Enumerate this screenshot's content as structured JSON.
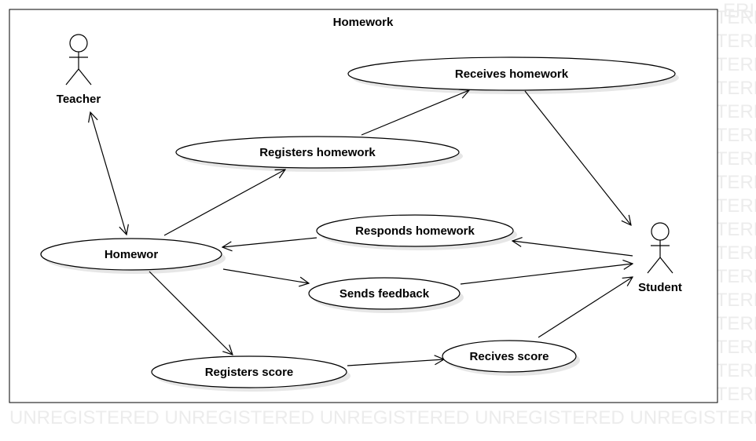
{
  "watermark": "UNREGISTERED UNREGISTERED UNREGISTERED UNREGISTERED UNREGISTERED",
  "system": {
    "title": "Homework"
  },
  "actors": {
    "teacher": {
      "label": "Teacher"
    },
    "student": {
      "label": "Student"
    }
  },
  "use_cases": {
    "receives_homework": "Receives homework",
    "registers_homework": "Registers homework",
    "responds_homework": "Responds homework",
    "homework": "Homewor",
    "sends_feedback": "Sends feedback",
    "registers_score": "Registers score",
    "recives_score": "Recives score"
  },
  "colors": {
    "line": "#000000",
    "fill": "#ffffff",
    "shadow": "#e6e6e6",
    "watermark": "#ececec"
  }
}
